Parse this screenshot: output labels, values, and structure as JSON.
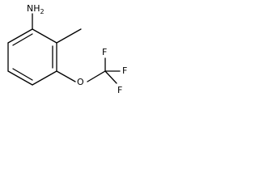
{
  "molecule": {
    "atoms": {
      "amine": "NH2",
      "ether_oxygen": "O",
      "fluorine_top": "F",
      "fluorine_right": "F",
      "fluorine_bottom": "F"
    }
  }
}
